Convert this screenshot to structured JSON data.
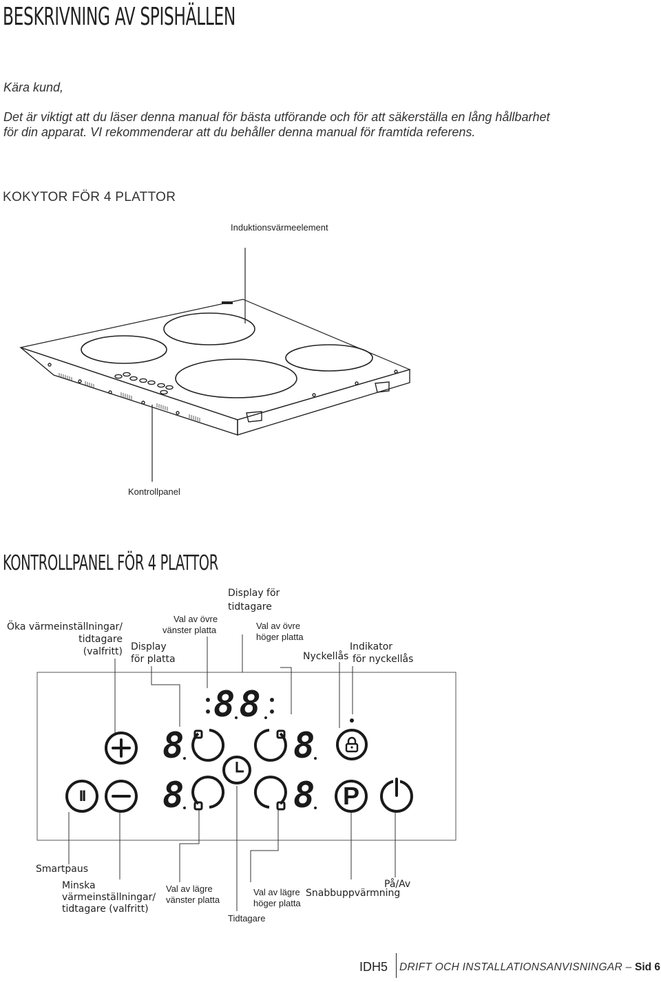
{
  "title": "BESKRIVNING AV SPISHÄLLEN",
  "greeting": "Kära kund,",
  "intro_line1": "Det är viktigt att du läser denna manual för bästa utförande och för att säkerställa en lång hållbarhet",
  "intro_line2": "för din apparat. VI rekommenderar att du behåller denna manual för framtida referens.",
  "hob_section": {
    "title": "KOKYTOR FÖR 4 PLATTOR",
    "label_element": "Induktionsvärmeelement",
    "label_panel": "Kontrollpanel"
  },
  "panel_section": {
    "title": "KONTROLLPANEL FÖR 4 PLATTOR",
    "labels": {
      "timer_display_1": "Display för",
      "timer_display_2": "tidtagare",
      "increase_1": "Öka värmeinställningar/",
      "increase_2": "tidtagare",
      "increase_3": "(valfritt)",
      "upper_left_1": "Val av övre",
      "upper_left_2": "vänster platta",
      "plate_display_1": "Display",
      "plate_display_2": "för platta",
      "upper_right_1": "Val av övre",
      "upper_right_2": "höger platta",
      "lock": "Nyckellås",
      "lock_indicator_1": "Indikator",
      "lock_indicator_2": "för nyckellås",
      "smartpause": "Smartpaus",
      "decrease_1": "Minska",
      "decrease_2": "värmeinställningar/",
      "decrease_3": "tidtagare (valfritt)",
      "lower_left_1": "Val av lägre",
      "lower_left_2": "vänster platta",
      "timer": "Tidtagare",
      "lower_right_1": "Val av lägre",
      "lower_right_2": "höger platta",
      "boost": "Snabbuppvärmning",
      "power": "På/Av"
    },
    "digit_glyph": "8",
    "boost_glyph": "P",
    "pause_glyph": "II"
  },
  "footer": {
    "code": "IDH5",
    "text": "DRIFT OCH INSTALLATIONSANVISNINGAR",
    "dash": "–",
    "page": "Sid 6"
  }
}
